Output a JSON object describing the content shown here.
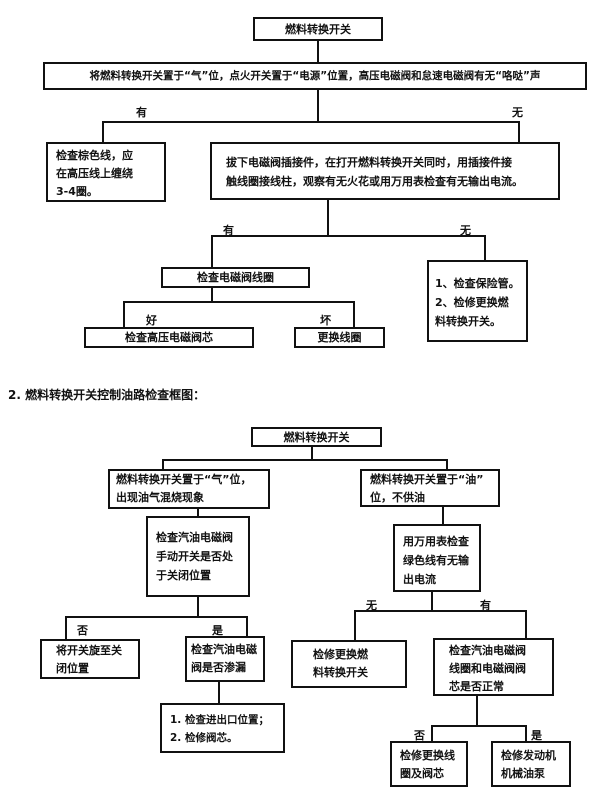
{
  "diagram1": {
    "root": "燃料转换开关",
    "step1": "将燃料转换开关置于“气”位，点火开关置于“电源”位置，高压电磁阀和怠速电磁阀有无“咯哒”声",
    "yes_label": "有",
    "no_label": "无",
    "yes_box": "检查棕色线，应\n在高压线上缠绕\n3-4圈。",
    "no_box": "拔下电磁阀插接件，在打开燃料转换开关同时，用插接件接\n触线圈接线柱，观察有无火花或用万用表检查有无输出电流。",
    "sub_yes_label": "有",
    "sub_no_label": "无",
    "check_coil": "检查电磁阀线圈",
    "sub_no_box": "1、检查保险管。\n2、检修更换燃\n料转换开关。",
    "good_label": "好",
    "bad_label": "坏",
    "good_box": "检查高压电磁阀芯",
    "bad_box": "更换线圈"
  },
  "section_heading": "2.   燃料转换开关控制油路检查框图：",
  "diagram2": {
    "root": "燃料转换开关",
    "left_box": "燃料转换开关置于“气”位，\n出现油气混烧现象",
    "right_box": "燃料转换开关置于“油”\n位，不供油",
    "left_check": "检查汽油电磁阀\n手动开关是否处\n于关闭位置",
    "right_check": "用万用表检查\n绿色线有无输\n出电流",
    "left_no_label": "否",
    "left_yes_label": "是",
    "left_no_box": "将开关旋至关\n闭位置",
    "left_yes_box": "检查汽油电磁\n阀是否渗漏",
    "left_final": "1. 检查进出口位置；\n2. 检修阀芯。",
    "right_no_label": "无",
    "right_yes_label": "有",
    "right_no_box": "检修更换燃\n料转换开关",
    "right_yes_box": "检查汽油电磁阀\n线圈和电磁阀阀\n芯是否正常",
    "final_no_label": "否",
    "final_yes_label": "是",
    "final_no_box": "检修更换线\n圈及阀芯",
    "final_yes_box": "检修发动机\n机械油泵"
  }
}
